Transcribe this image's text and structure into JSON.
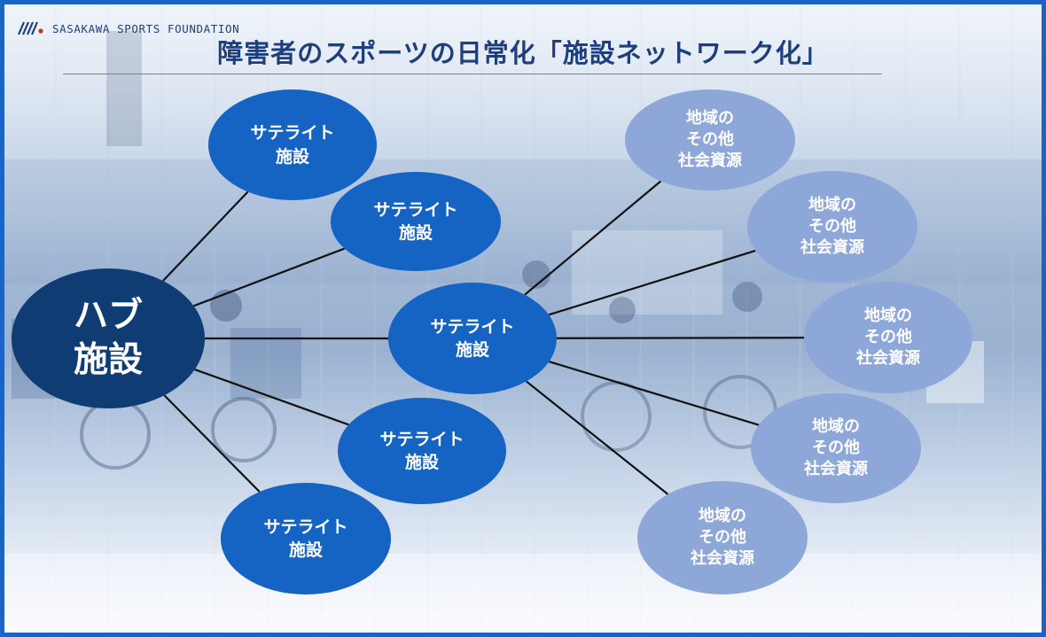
{
  "logo": {
    "text": "SASAKAWA SPORTS FOUNDATION",
    "icon": "sasakawa-logo-icon"
  },
  "title": "障害者のスポーツの日常化「施設ネットワーク化」",
  "colors": {
    "hub": "#0f3c72",
    "satellite": "#1563c2",
    "resource": "#8ea7d9",
    "border": "#1a63c7",
    "title": "#1e3e7e",
    "line": "#111111"
  },
  "hub": {
    "label": "ハブ\n施設"
  },
  "satellites": [
    {
      "label": "サテライト\n施設"
    },
    {
      "label": "サテライト\n施設"
    },
    {
      "label": "サテライト\n施設"
    },
    {
      "label": "サテライト\n施設"
    },
    {
      "label": "サテライト\n施設"
    }
  ],
  "resources": [
    {
      "label": "地域の\nその他\n社会資源"
    },
    {
      "label": "地域の\nその他\n社会資源"
    },
    {
      "label": "地域の\nその他\n社会資源"
    },
    {
      "label": "地域の\nその他\n社会資源"
    },
    {
      "label": "地域の\nその他\n社会資源"
    }
  ]
}
